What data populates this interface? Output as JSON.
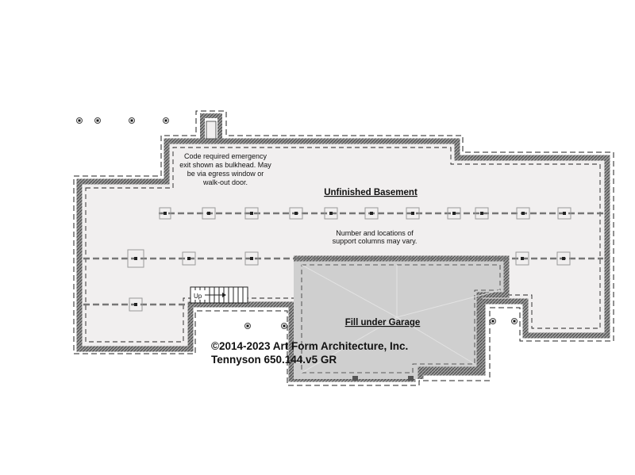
{
  "plan": {
    "rooms": {
      "unfinished_basement": "Unfinished Basement",
      "fill_under_garage": "Fill under Garage"
    },
    "notes": {
      "emergency_exit": [
        "Code required emergency",
        "exit shown as bulkhead. May",
        "be via egress window or",
        "walk-out door."
      ],
      "columns": [
        "Number and locations of",
        "support columns may vary."
      ]
    },
    "stair_label": "Up",
    "copyright": {
      "line1": "©2014-2023 Art Form Architecture, Inc.",
      "line2": "Tennyson 650.144.v5 GR"
    },
    "colors": {
      "floor": "#f1efef",
      "garage_fill": "#cfcfcf",
      "wall": "#555555",
      "beam": "#777777"
    }
  }
}
